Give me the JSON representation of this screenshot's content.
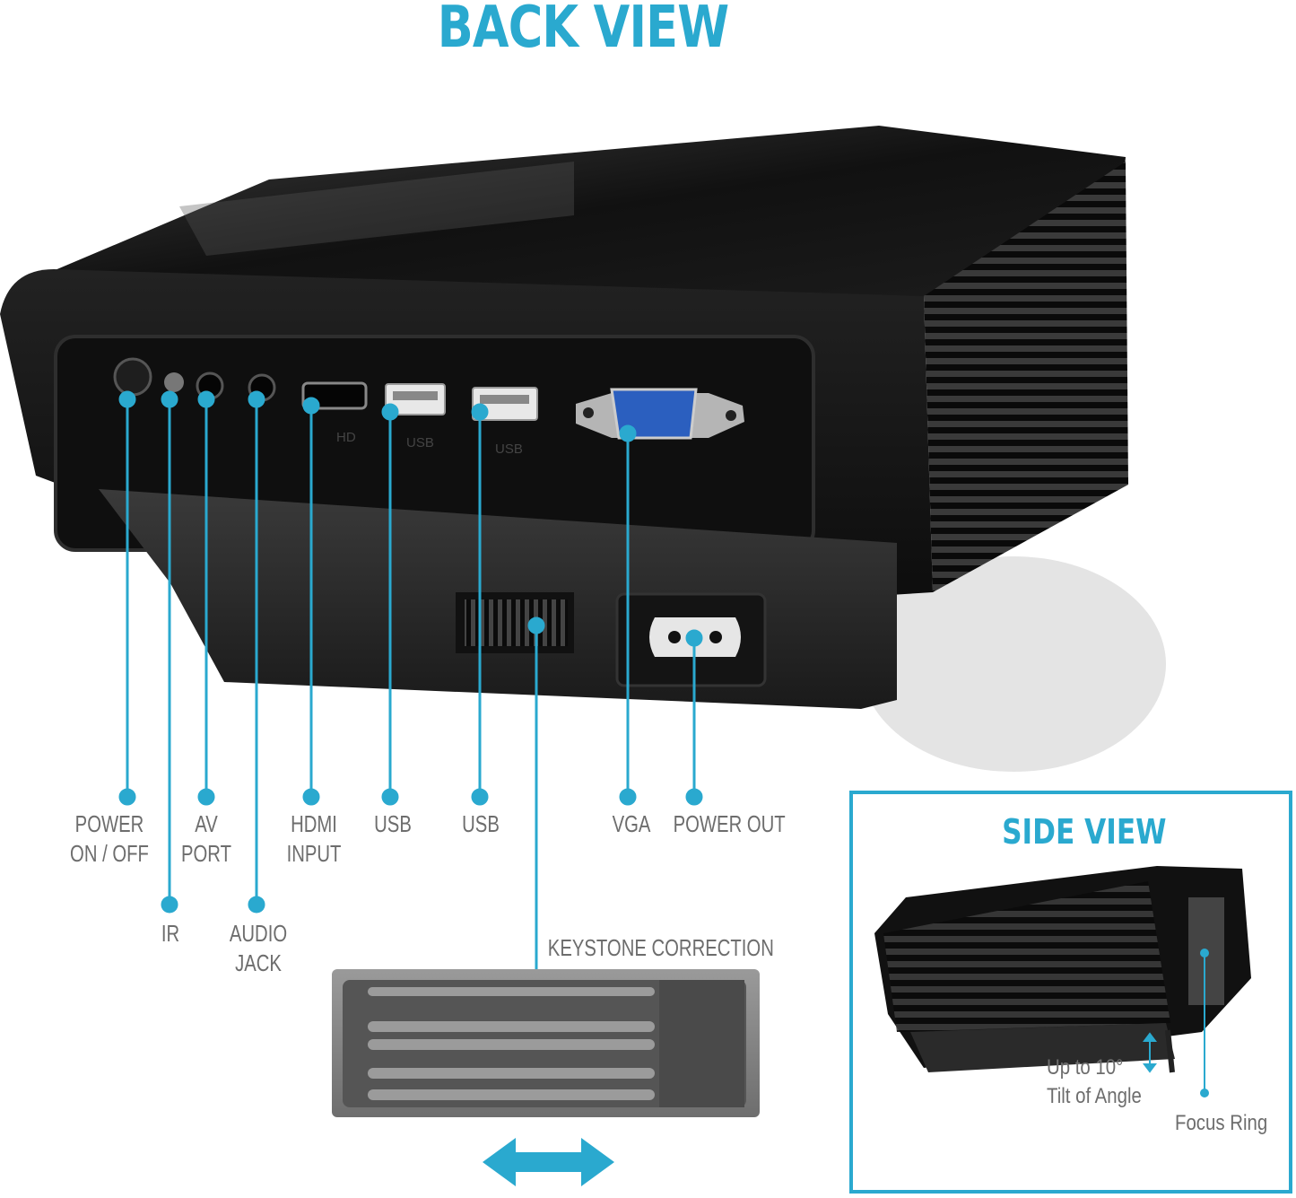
{
  "title": "BACK VIEW",
  "accent_color": "#2aa9cf",
  "label_color": "#6d6d6d",
  "labels": {
    "power_line1": "POWER",
    "power_line2": "ON / OFF",
    "ir": "IR",
    "av_line1": "AV",
    "av_line2": "PORT",
    "audio_line1": "AUDIO",
    "audio_line2": "JACK",
    "hdmi_line1": "HDMI",
    "hdmi_line2": "INPUT",
    "usb1": "USB",
    "usb2": "USB",
    "vga": "VGA",
    "power_out": "POWER OUT",
    "keystone": "KEYSTONE CORRECTION"
  },
  "port_marks": {
    "hd": "HD",
    "usb_a": "USB",
    "usb_b": "USB"
  },
  "side_view": {
    "title": "SIDE VIEW",
    "tilt_line1": "Up to 10°",
    "tilt_line2": "Tilt of Angle",
    "focus_ring": "Focus Ring"
  }
}
